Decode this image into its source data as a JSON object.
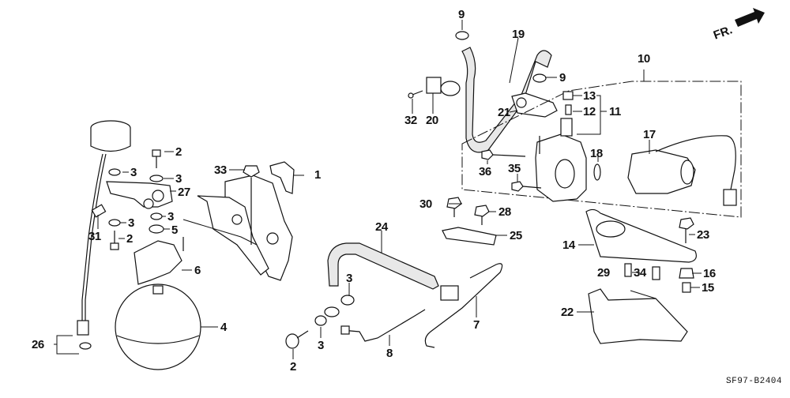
{
  "diagram": {
    "title_code": "SF97-B2404",
    "direction_indicator": {
      "text": "FR.",
      "icon": "arrow-right-icon"
    },
    "callouts": [
      {
        "id": "c9a",
        "label": "9",
        "part": "hose-clip"
      },
      {
        "id": "c19",
        "label": "19",
        "part": "hose"
      },
      {
        "id": "c9b",
        "label": "9",
        "part": "hose-clip"
      },
      {
        "id": "c10",
        "label": "10",
        "part": "motor-assembly"
      },
      {
        "id": "c13",
        "label": "13",
        "part": "cap"
      },
      {
        "id": "c12",
        "label": "12",
        "part": "nipple"
      },
      {
        "id": "c11",
        "label": "11",
        "part": "bleeder-set"
      },
      {
        "id": "c32",
        "label": "32",
        "part": "screw"
      },
      {
        "id": "c20",
        "label": "20",
        "part": "clamp"
      },
      {
        "id": "c21",
        "label": "21",
        "part": "hose-bracket"
      },
      {
        "id": "c17",
        "label": "17",
        "part": "motor"
      },
      {
        "id": "c18",
        "label": "18",
        "part": "o-ring"
      },
      {
        "id": "c36",
        "label": "36",
        "part": "bolt"
      },
      {
        "id": "c35",
        "label": "35",
        "part": "bolt"
      },
      {
        "id": "c2a",
        "label": "2",
        "part": "bolt"
      },
      {
        "id": "c3a",
        "label": "3",
        "part": "washer"
      },
      {
        "id": "c3b",
        "label": "3",
        "part": "washer"
      },
      {
        "id": "c33",
        "label": "33",
        "part": "nut"
      },
      {
        "id": "c1",
        "label": "1",
        "part": "bracket"
      },
      {
        "id": "c27",
        "label": "27",
        "part": "joint"
      },
      {
        "id": "c3c",
        "label": "3",
        "part": "washer"
      },
      {
        "id": "c3d",
        "label": "3",
        "part": "washer"
      },
      {
        "id": "c5",
        "label": "5",
        "part": "spacer"
      },
      {
        "id": "c31",
        "label": "31",
        "part": "switch"
      },
      {
        "id": "c2b",
        "label": "2",
        "part": "bolt"
      },
      {
        "id": "c6",
        "label": "6",
        "part": "accumulator-bracket"
      },
      {
        "id": "c4",
        "label": "4",
        "part": "accumulator"
      },
      {
        "id": "c26",
        "label": "26",
        "part": "pressure-switch"
      },
      {
        "id": "c30",
        "label": "30",
        "part": "bolt"
      },
      {
        "id": "c28",
        "label": "28",
        "part": "bolt"
      },
      {
        "id": "c25",
        "label": "25",
        "part": "plate"
      },
      {
        "id": "c24",
        "label": "24",
        "part": "high-pressure-hose"
      },
      {
        "id": "c3e",
        "label": "3",
        "part": "washer"
      },
      {
        "id": "c3f",
        "label": "3",
        "part": "washer"
      },
      {
        "id": "c2c",
        "label": "2",
        "part": "bolt"
      },
      {
        "id": "c8",
        "label": "8",
        "part": "pipe"
      },
      {
        "id": "c7",
        "label": "7",
        "part": "pipe"
      },
      {
        "id": "c14",
        "label": "14",
        "part": "bracket"
      },
      {
        "id": "c23",
        "label": "23",
        "part": "bolt"
      },
      {
        "id": "c29",
        "label": "29",
        "part": "stud"
      },
      {
        "id": "c34",
        "label": "34",
        "part": "bolt"
      },
      {
        "id": "c16",
        "label": "16",
        "part": "nut"
      },
      {
        "id": "c15",
        "label": "15",
        "part": "collar"
      },
      {
        "id": "c22",
        "label": "22",
        "part": "bracket"
      }
    ]
  }
}
